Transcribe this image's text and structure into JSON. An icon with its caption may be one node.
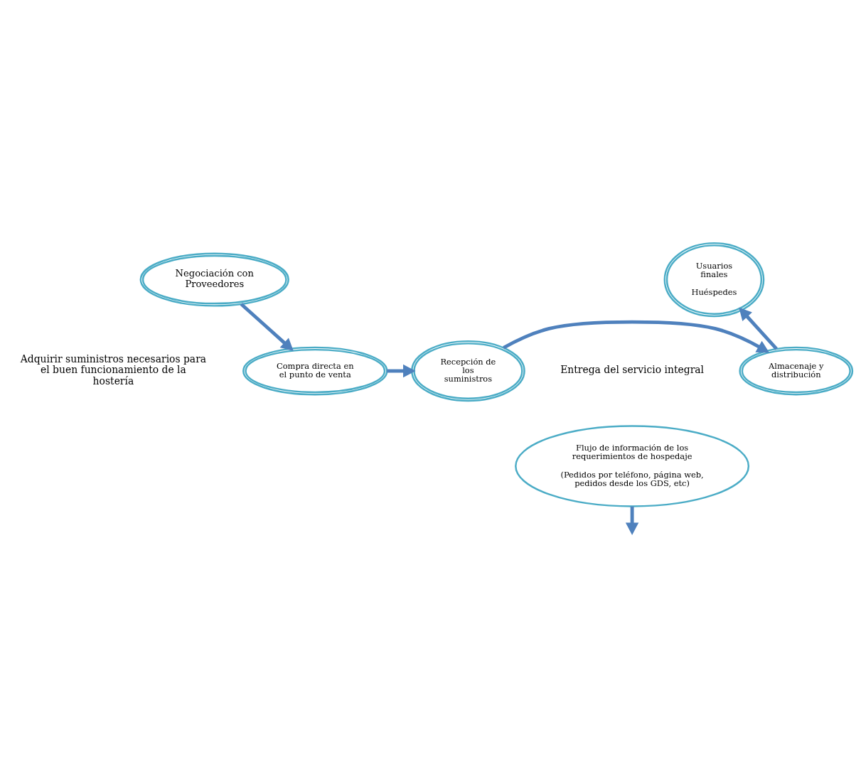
{
  "diagram": {
    "nodes": [
      {
        "text": [
          "Negociación con Proveedores"
        ]
      },
      {
        "text": [
          "Compra directa en el punto de venta"
        ]
      },
      {
        "text": [
          "Recepción de los suministros"
        ]
      },
      {
        "text": [
          "Almacenaje y distribución"
        ]
      },
      {
        "text": [
          "Usuarios finales",
          "Huéspedes"
        ]
      },
      {
        "text": [
          "Flujo de información de los requerimientos de hospedaje",
          "(Pedidos por teléfono, página web, pedidos desde los GDS, etc)"
        ]
      }
    ],
    "edges": [
      {
        "from": 0,
        "to": 1,
        "arrow": "to"
      },
      {
        "from": 1,
        "to": 2,
        "arrow": "to"
      },
      {
        "from": 2,
        "to": 3,
        "arrow": "to"
      },
      {
        "from": 3,
        "to": 4,
        "arrow": "to"
      },
      {
        "from": 5,
        "to": null,
        "arrow": "to"
      }
    ],
    "labels": [
      "Entrega del servicio integral",
      "Adquirir suministros necesarios para el buen funcionamiento de la hostería"
    ]
  }
}
